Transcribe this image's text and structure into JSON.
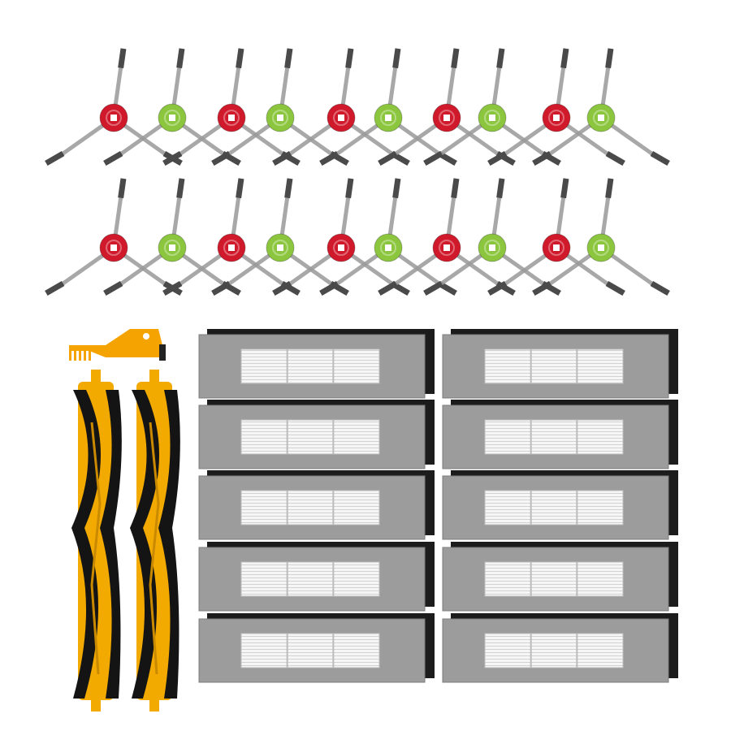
{
  "product": {
    "side_brush_count": 20,
    "main_brush_count": 2,
    "filter_count": 10,
    "cleaning_tool_count": 1
  },
  "colors": {
    "hub_red": "#d0192b",
    "hub_green": "#8cc63f",
    "arm": "#9a9a9a",
    "bristle": "#4a4a4a",
    "roller_yellow": "#f2a900",
    "roller_black": "#141414",
    "filter_frame": "#9c9c9c",
    "filter_mesh": "#f4f4f4",
    "filter_foam": "#1c1c1c",
    "tool_orange": "#f5a300"
  }
}
